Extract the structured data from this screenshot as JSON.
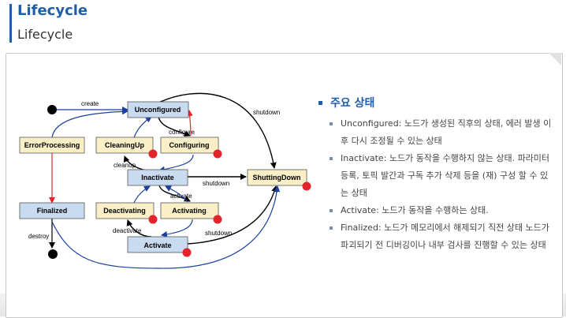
{
  "header": {
    "title": "Lifecycle",
    "subtitle": "Lifecycle"
  },
  "diagram": {
    "states": {
      "unconfigured": "Unconfigured",
      "error_processing": "ErrorProcessing",
      "cleaning_up": "CleaningUp",
      "configuring": "Configuring",
      "inactivate": "Inactivate",
      "shutting_down": "ShuttingDown",
      "finalized": "Finalized",
      "deactivating": "Deactivating",
      "activating": "Activating",
      "activate": "Activate"
    },
    "transitions": {
      "create": "create",
      "configure": "configure",
      "cleanup": "cleanup",
      "activate": "activate",
      "deactivate": "deactivate",
      "destroy": "destroy",
      "shutdown_top": "shutdown",
      "shutdown_mid": "shutdown",
      "shutdown_bottom": "shutdown"
    }
  },
  "section": {
    "title": "주요 상태",
    "items": [
      "Unconfigured: 노드가 생성된 직후의 상태, 에러 발생 이후 다시 조정될 수 있는 상태",
      "Inactivate: 노드가 동작을 수행하지 않는 상태. 파라미터 등록, 토픽 발간과 구독 추가 삭제 등을 (재) 구성 할 수 있는 상태",
      "Activate: 노드가 동작을 수행하는 상태.",
      "Finalized: 노드가 메모리에서 해제되기 직전 상태 노드가 파괴되기 전 디버깅이나 내부 검사를 진행할 수 있는 상태"
    ]
  },
  "colors": {
    "accent": "#1f5fa8",
    "primary_state_fill": "#c9dbf0",
    "transition_state_fill": "#fbefc8",
    "red_marker": "#e3242b"
  }
}
